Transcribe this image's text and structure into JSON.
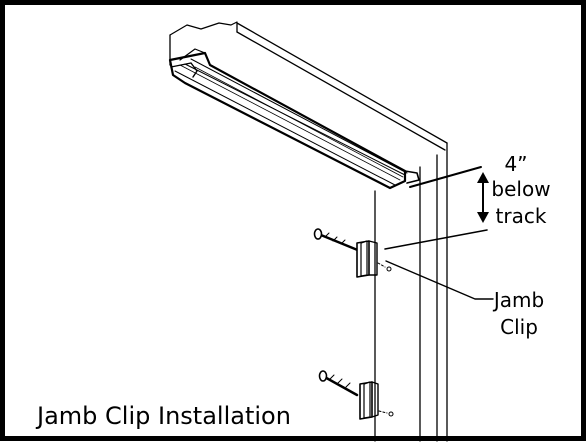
{
  "annotations": {
    "distance_value": "4”",
    "distance_line1": "below",
    "distance_line2": "track",
    "part_line1": "Jamb",
    "part_line2": "Clip"
  },
  "caption": "Jamb Clip Installation"
}
